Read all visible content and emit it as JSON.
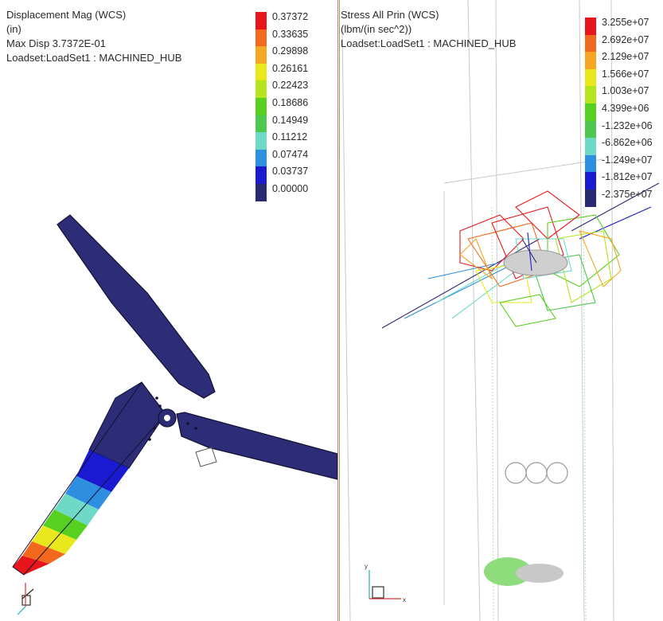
{
  "left_view": {
    "title": "Displacement Mag (WCS)",
    "units": "(in)",
    "max_disp": "Max Disp  3.7372E-01",
    "loadset": "Loadset:LoadSet1 :  MACHINED_HUB",
    "legend": {
      "values": [
        "0.37372",
        "0.33635",
        "0.29898",
        "0.26161",
        "0.22423",
        "0.18686",
        "0.14949",
        "0.11212",
        "0.07474",
        "0.03737",
        "0.00000"
      ],
      "colors": [
        "#e8161b",
        "#f2691e",
        "#f5a623",
        "#e8e81c",
        "#b4e51e",
        "#57d020",
        "#4ec74e",
        "#6fd9c8",
        "#2e8fe0",
        "#1a1ad0",
        "#2a2a72"
      ]
    }
  },
  "right_view": {
    "title": "Stress All Prin (WCS)",
    "units": "(lbm/(in sec^2))",
    "loadset": "Loadset:LoadSet1 :  MACHINED_HUB",
    "legend": {
      "values": [
        "3.255e+07",
        "2.692e+07",
        "2.129e+07",
        "1.566e+07",
        "1.003e+07",
        "4.399e+06",
        "-1.232e+06",
        "-6.862e+06",
        "-1.249e+07",
        "-1.812e+07",
        "-2.375e+07"
      ],
      "colors": [
        "#e8161b",
        "#f2691e",
        "#f5a623",
        "#e8e81c",
        "#b4e51e",
        "#57d020",
        "#4ec74e",
        "#6fd9c8",
        "#2e8fe0",
        "#1a1ad0",
        "#2a2a72"
      ]
    }
  },
  "triad": {
    "x": "x",
    "y": "y"
  }
}
